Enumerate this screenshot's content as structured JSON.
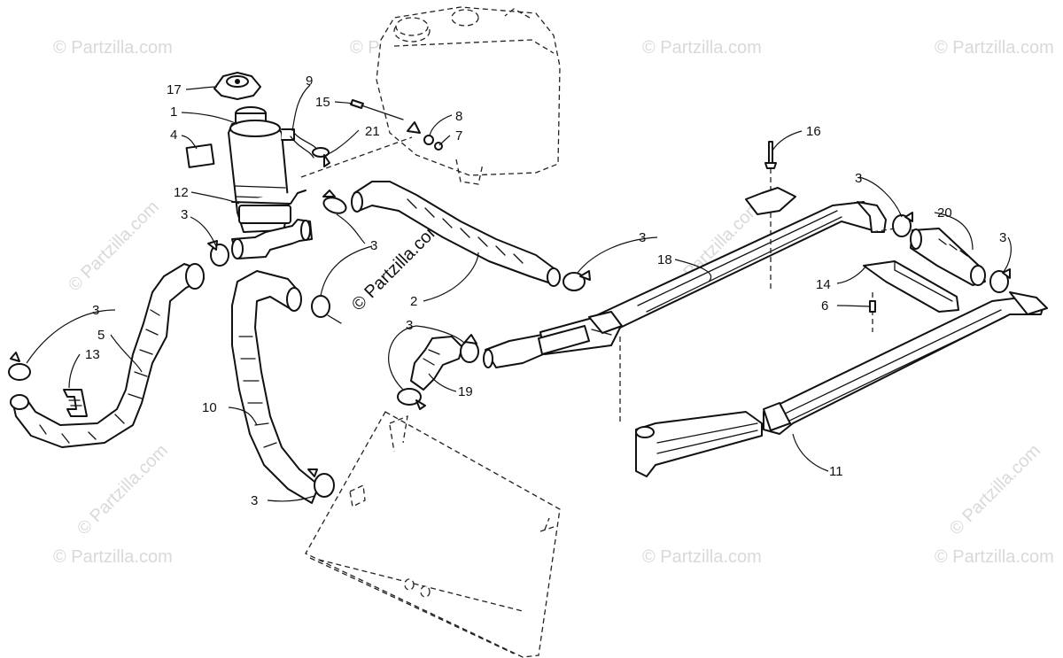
{
  "watermark": {
    "small": "© Partzilla.com",
    "center": "© Partzilla.com"
  },
  "callouts": {
    "c17": "17",
    "c1": "1",
    "c4": "4",
    "c9": "9",
    "c15": "15",
    "c8": "8",
    "c7": "7",
    "c21": "21",
    "c12": "12",
    "c16": "16",
    "c3a": "3",
    "c3b": "3",
    "c3c": "3",
    "c3d": "3",
    "c3e": "3",
    "c3f": "3",
    "c3g": "3",
    "c3h": "3",
    "c20": "20",
    "c18": "18",
    "c14": "14",
    "c6": "6",
    "c2": "2",
    "c5": "5",
    "c13": "13",
    "c19": "19",
    "c10": "10",
    "c11": "11"
  }
}
